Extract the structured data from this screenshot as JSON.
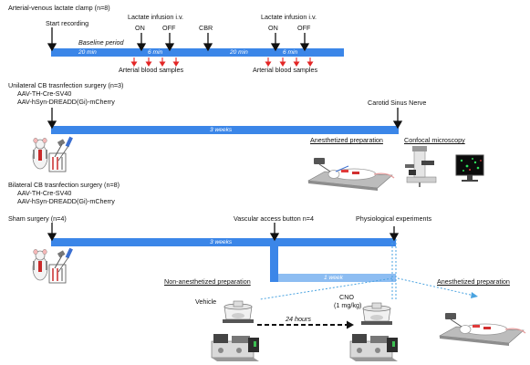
{
  "section1": {
    "title": "Arterial-venous lactate clamp (n=8)",
    "start": "Start recording",
    "lactate_label_1": "Lactate infusion i.v.",
    "lactate_label_2": "Lactate infusion i.v.",
    "on_1": "ON",
    "off_1": "OFF",
    "on_2": "ON",
    "off_2": "OFF",
    "cbr": "CBR",
    "baseline": "Baseline period",
    "d1": "20 min",
    "d2": "6 min",
    "d3": "20 min",
    "d4": "6 min",
    "samples_1": "Arterial blood samples",
    "samples_2": "Arterial blood samples"
  },
  "section2": {
    "title": "Unilateral CB trasnfection surgery (n=3)",
    "vector1": "AAV-TH-Cre-SV40",
    "vector2": "AAV-hSyn-DREADD(Gi)-mCherry",
    "weeks": "3 weeks",
    "csn": "Carotid Sinus Nerve",
    "anesth": "Anesthetized preparation",
    "confocal": "Confocal microscopy"
  },
  "section3": {
    "title": "Bilateral CB trasnfection surgery (n=8)",
    "vector1": "AAV-TH-Cre-SV40",
    "vector2": "AAV-hSyn-DREADD(Gi)-mCherry",
    "sham": "Sham surgery (n=4)",
    "vab": "Vascular access button n=4",
    "phys": "Physiological experiments",
    "weeks": "3 weeks",
    "one_week": "1 week",
    "non_anesth": "Non-anesthetized preparation",
    "anesth": "Anesthetized preparation",
    "vehicle": "Vehicle",
    "cno": "CNO",
    "cno_dose": "(1 mg/kg)",
    "hours": "24 hours"
  },
  "colors": {
    "bar_blue": "#3b86e8",
    "bar_light": "#8dbdf2",
    "arrow_red": "#e32626",
    "dotted": "#4aa3e0"
  },
  "icons": [
    "rat-surgery-icon",
    "rat-anesthetized-icon",
    "confocal-microscope-icon",
    "plethysmography-chamber-icon",
    "recording-rig-icon"
  ]
}
